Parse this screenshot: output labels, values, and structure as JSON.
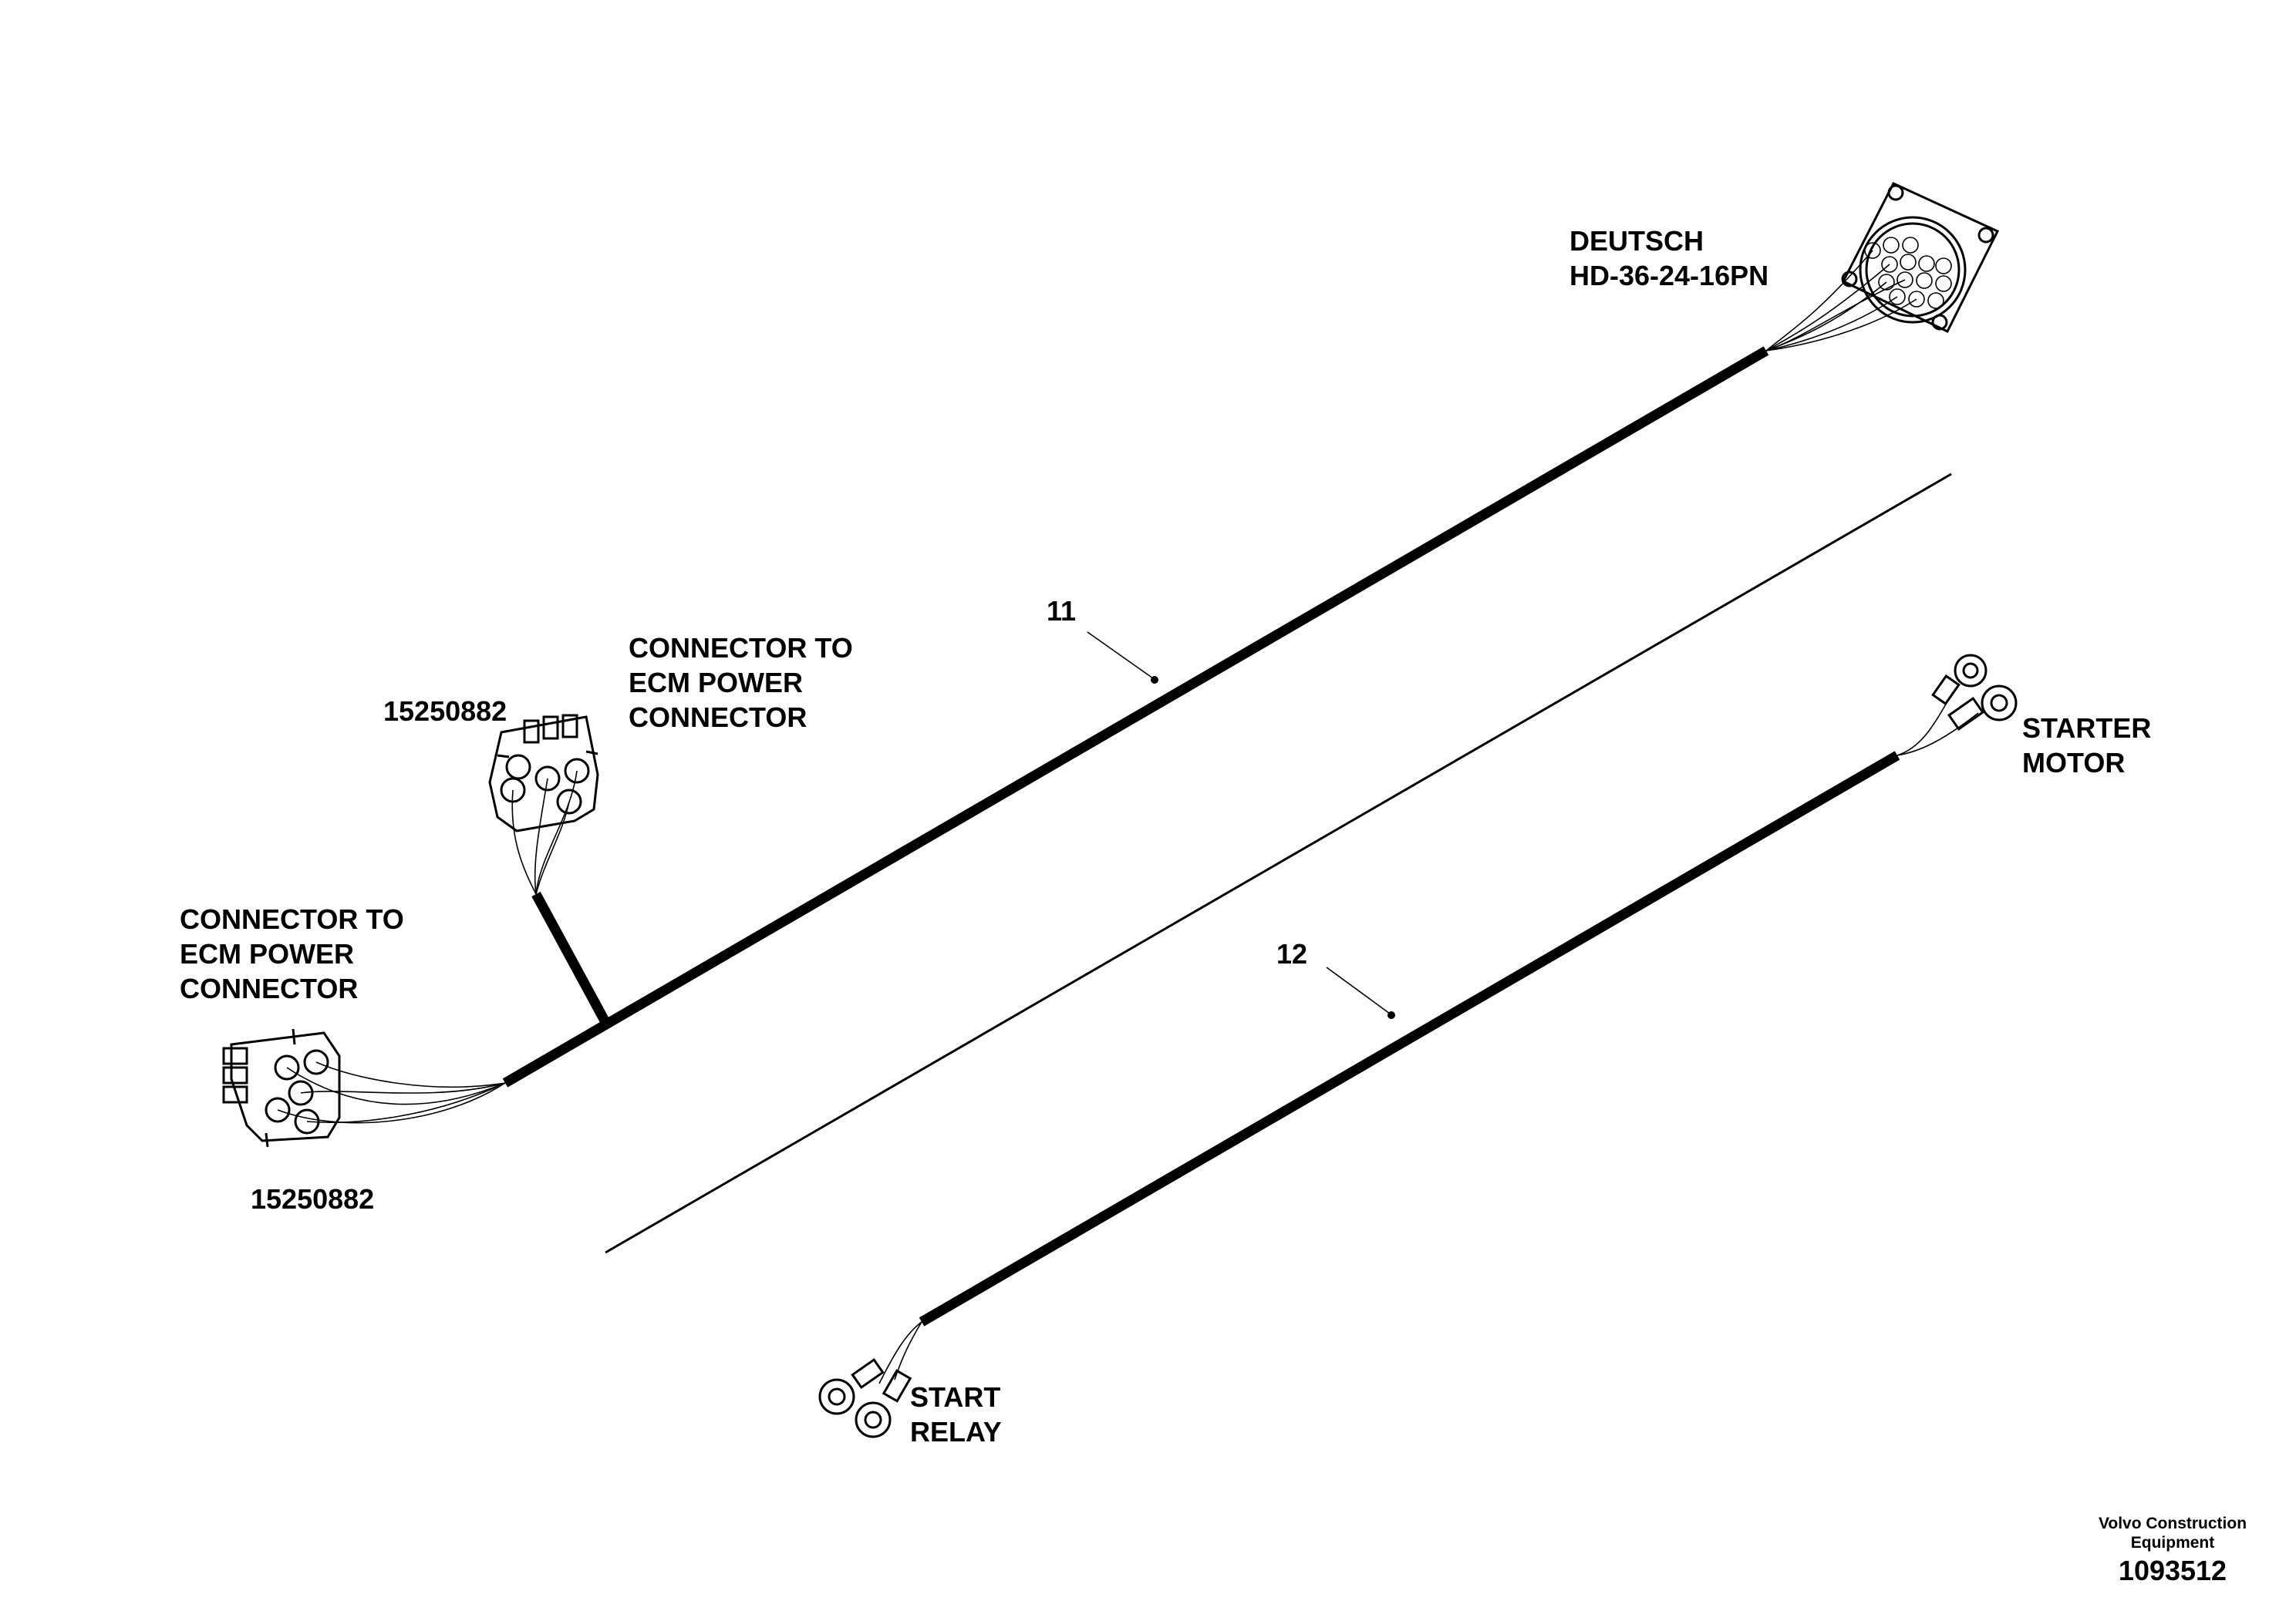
{
  "labels": {
    "deutsch_line1": "DEUTSCH",
    "deutsch_line2": "HD-36-24-16PN",
    "item_11": "11",
    "item_12": "12",
    "ecm_upper_line1": "CONNECTOR TO",
    "ecm_upper_line2": "ECM POWER",
    "ecm_upper_line3": "CONNECTOR",
    "ecm_upper_part": "15250882",
    "ecm_left_line1": "CONNECTOR TO",
    "ecm_left_line2": "ECM POWER",
    "ecm_left_line3": "CONNECTOR",
    "ecm_left_part": "15250882",
    "starter_line1": "STARTER",
    "starter_line2": "MOTOR",
    "relay_line1": "START",
    "relay_line2": "RELAY"
  },
  "footer": {
    "company_line1": "Volvo Construction",
    "company_line2": "Equipment",
    "document_number": "1093512"
  }
}
